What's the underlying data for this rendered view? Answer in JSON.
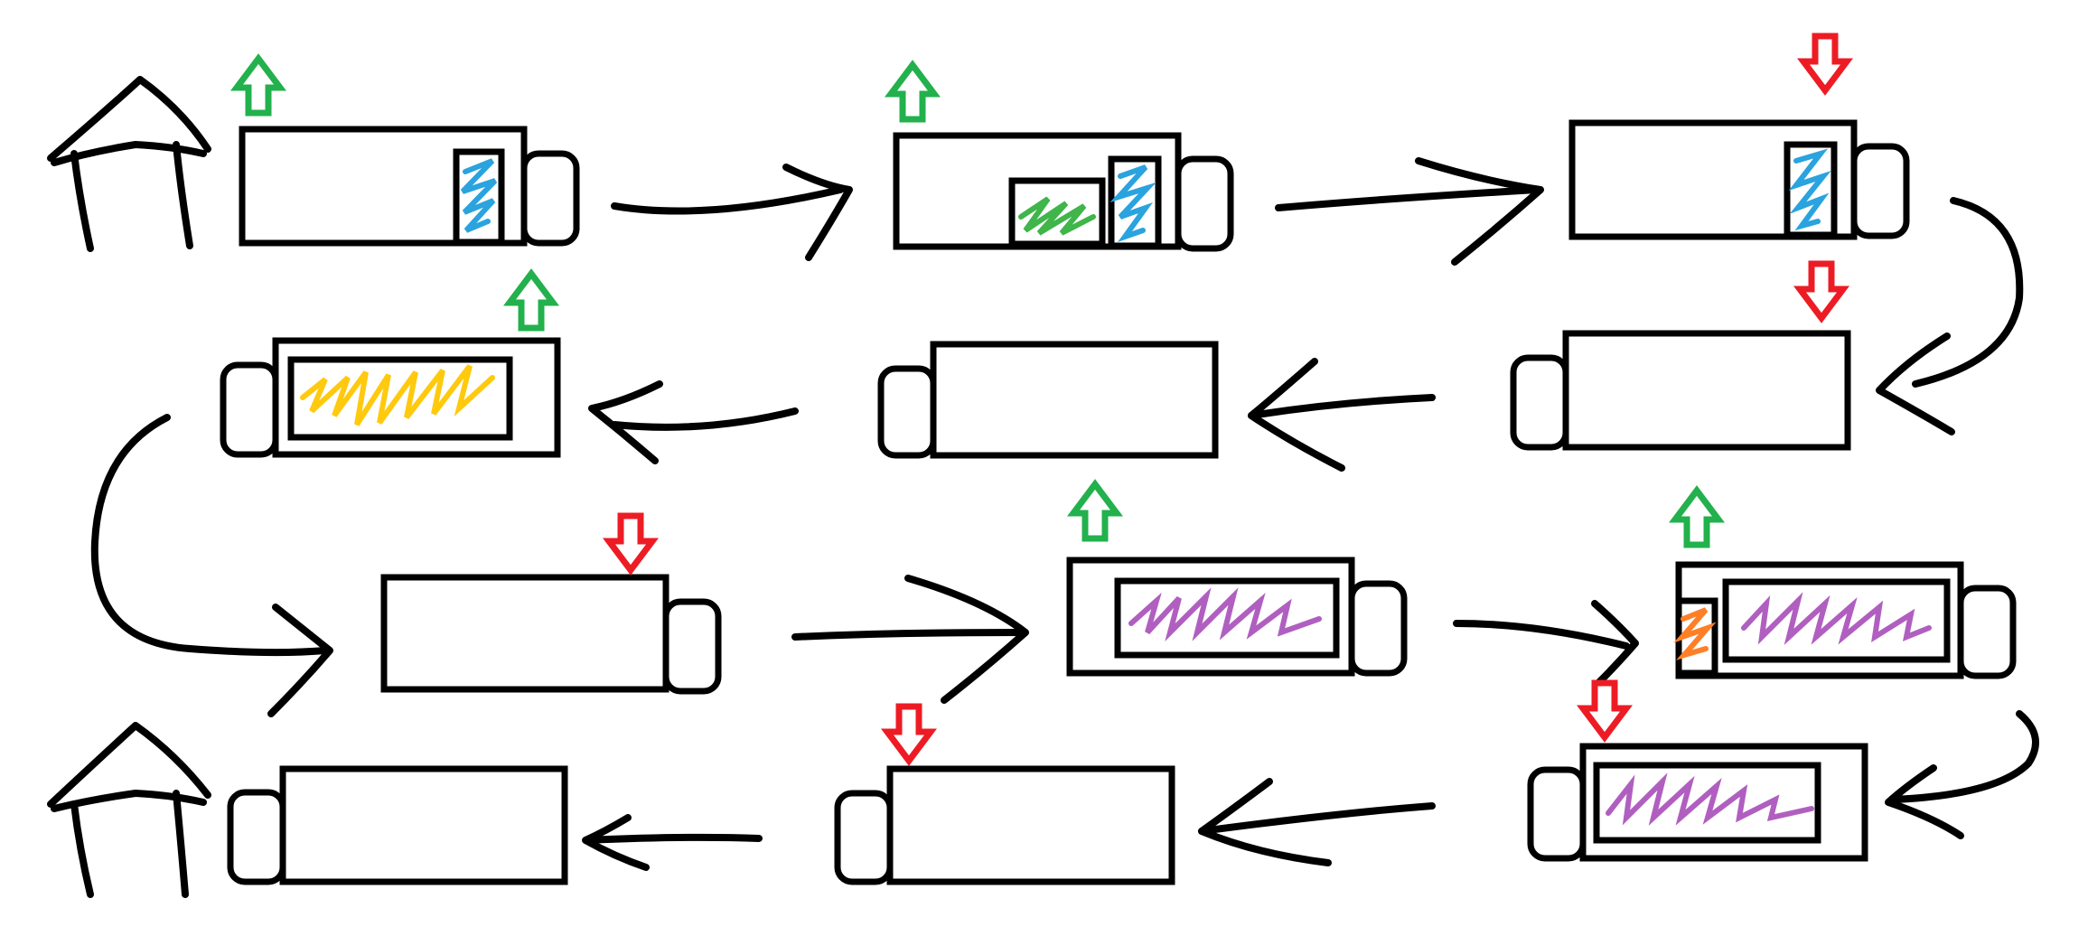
{
  "colors": {
    "ink": "#000000",
    "background": "#ffffff",
    "load_up_arrow": "#22b14c",
    "unload_down_arrow": "#ed1c24",
    "blue_cargo": "#2aa3df",
    "green_cargo": "#3fb54a",
    "yellow_cargo": "#ffc90e",
    "purple_cargo": "#b05fc0",
    "orange_cargo": "#ff7f27"
  },
  "icons": [
    "house-icon",
    "truck-icon",
    "flow-arrow-icon",
    "up-arrow-icon",
    "down-arrow-icon"
  ],
  "sequence": [
    {
      "step": 1,
      "truck_facing": "right",
      "action": "load",
      "cargo": [
        "blue"
      ]
    },
    {
      "step": 2,
      "truck_facing": "right",
      "action": "load",
      "cargo": [
        "blue",
        "green"
      ]
    },
    {
      "step": 3,
      "truck_facing": "right",
      "action": "unload",
      "cargo": [
        "blue"
      ]
    },
    {
      "step": 4,
      "truck_facing": "left",
      "action": "unload",
      "cargo": []
    },
    {
      "step": 5,
      "truck_facing": "left",
      "action": "none",
      "cargo": []
    },
    {
      "step": 6,
      "truck_facing": "left",
      "action": "load",
      "cargo": [
        "yellow"
      ]
    },
    {
      "step": 7,
      "truck_facing": "right",
      "action": "unload",
      "cargo": []
    },
    {
      "step": 8,
      "truck_facing": "right",
      "action": "load",
      "cargo": [
        "purple"
      ]
    },
    {
      "step": 9,
      "truck_facing": "right",
      "action": "load",
      "cargo": [
        "orange",
        "purple"
      ]
    },
    {
      "step": 10,
      "truck_facing": "left",
      "action": "unload",
      "cargo": [
        "purple"
      ]
    },
    {
      "step": 11,
      "truck_facing": "left",
      "action": "unload",
      "cargo": []
    },
    {
      "step": 12,
      "truck_facing": "left",
      "action": "none",
      "cargo": []
    }
  ]
}
